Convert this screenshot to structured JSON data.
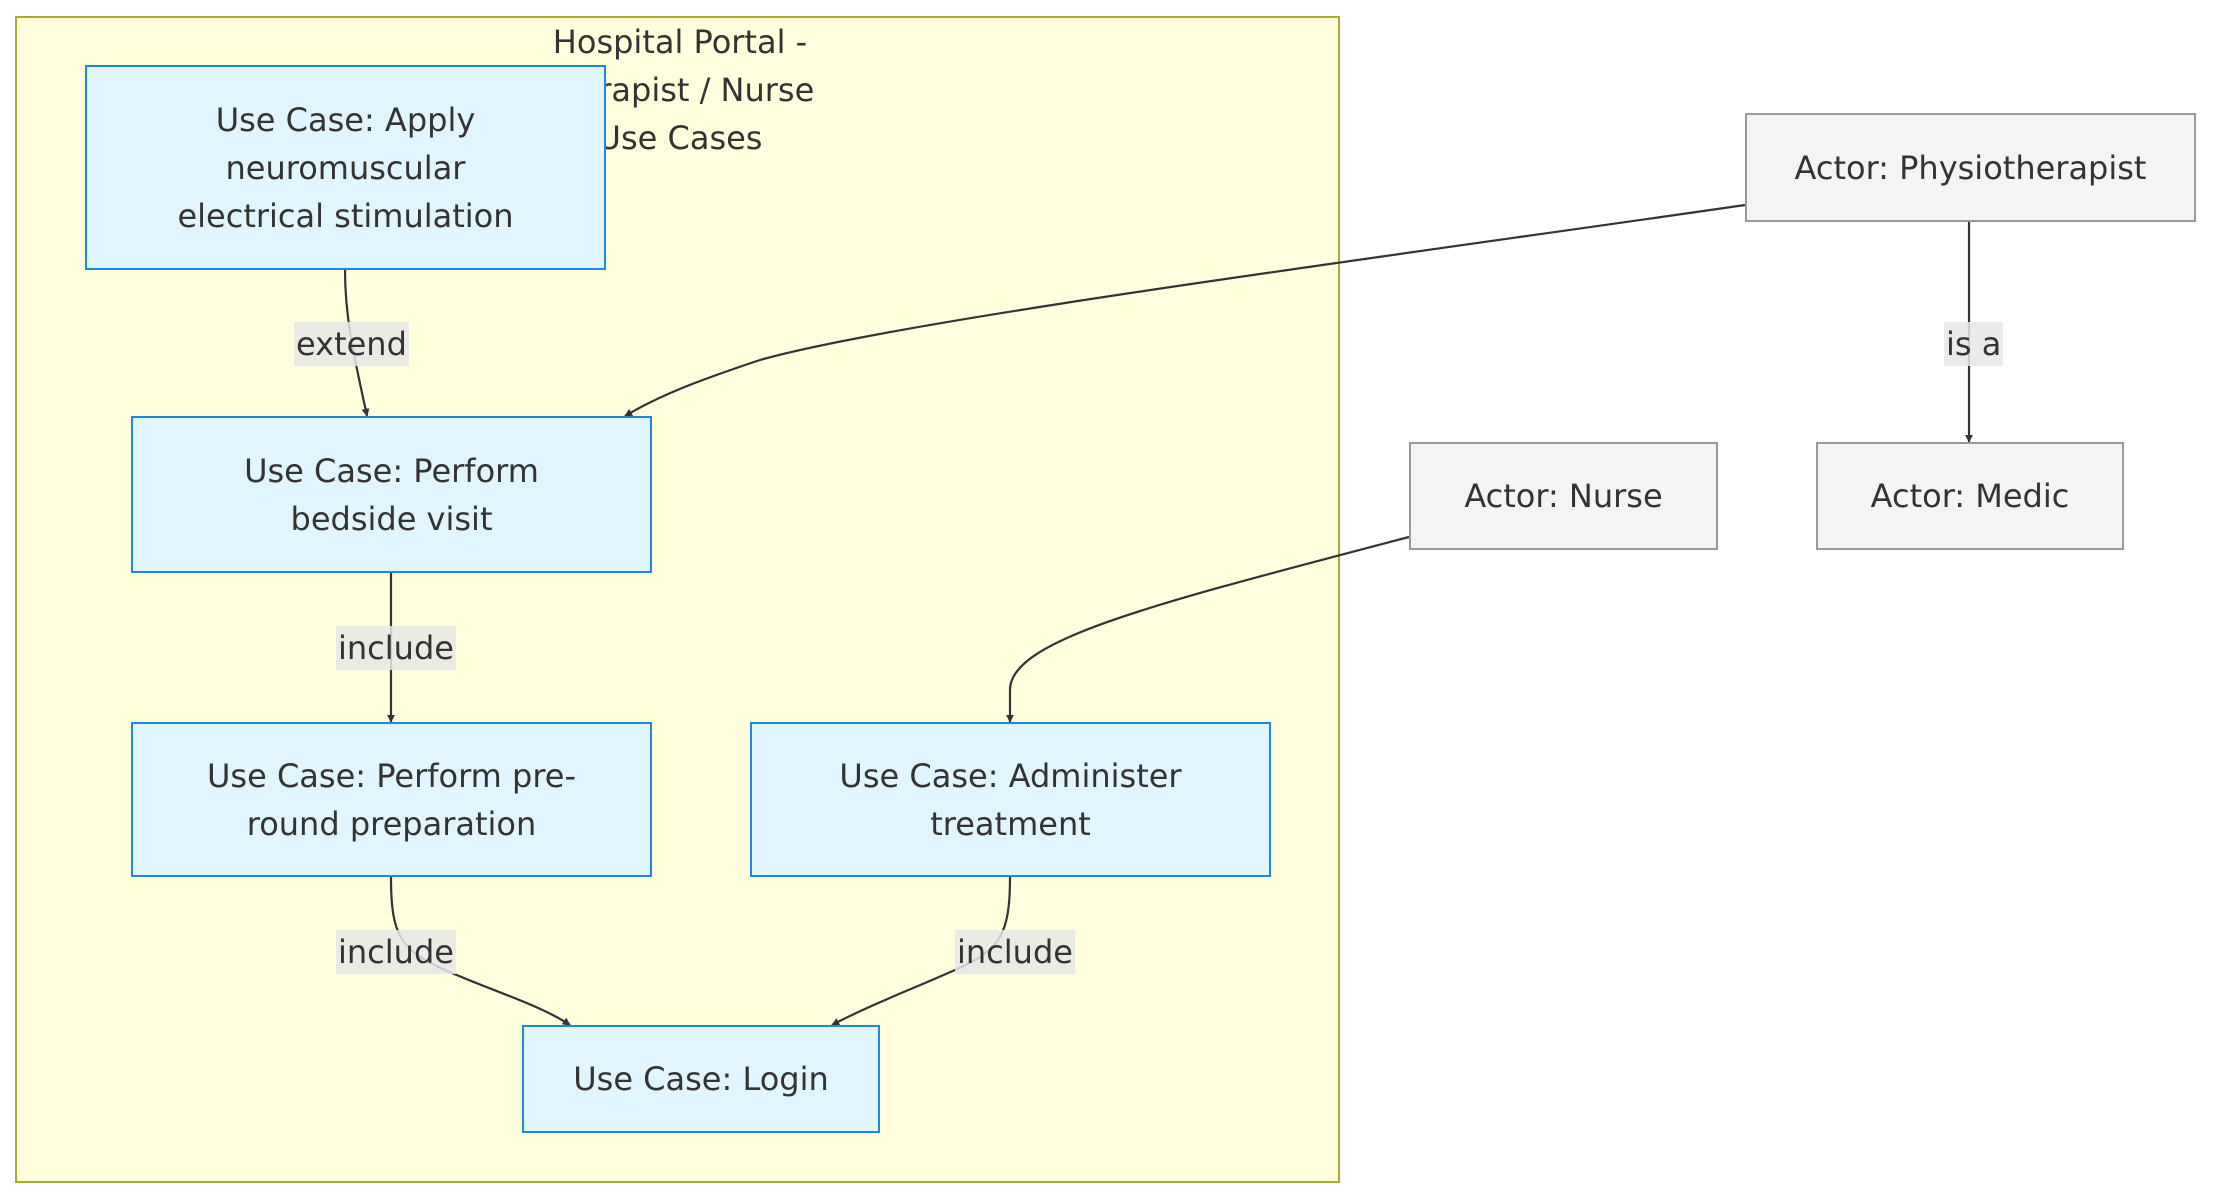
{
  "diagram": {
    "cluster": {
      "title_line1": "Hospital Portal -",
      "title_line2": "therapist / Nurse",
      "title_line3": "Use Cases"
    },
    "use_cases": {
      "apply_nmes": "Use Case: Apply\nneuromuscular\nelectrical stimulation",
      "bedside_visit": "Use Case: Perform\nbedside visit",
      "pre_round": "Use Case: Perform pre-\nround preparation",
      "administer": "Use Case: Administer\ntreatment",
      "login": "Use Case: Login"
    },
    "actors": {
      "physiotherapist": "Actor: Physiotherapist",
      "nurse": "Actor: Nurse",
      "medic": "Actor: Medic"
    },
    "edge_labels": {
      "extend": "extend",
      "include_bedside": "include",
      "include_preround": "include",
      "include_administer": "include",
      "is_a": "is a"
    },
    "colors": {
      "usecase_fill": "#e1f5fe",
      "usecase_border": "#1e88e5",
      "actor_fill": "#f4f4f4",
      "actor_border": "#999999",
      "cluster_fill": "#ffffde",
      "cluster_border": "#aaaa33",
      "edge": "#333333"
    }
  }
}
